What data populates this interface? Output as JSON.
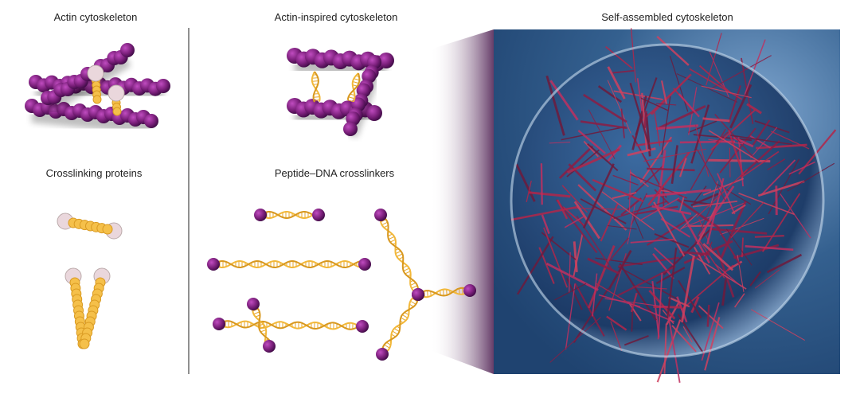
{
  "panels": {
    "actin": "Actin cytoskeleton",
    "crosslinking": "Crosslinking proteins",
    "actin_inspired": "Actin-inspired cytoskeleton",
    "peptide_dna": "Peptide–DNA crosslinkers",
    "self_assembled": "Self-assembled cytoskeleton"
  },
  "colors": {
    "filament": "#7a1f7a",
    "dna": "#f2b83a",
    "protein_head": "#ead7dc",
    "background_box": "#2f5a8a",
    "fibers": "#b3264a"
  }
}
